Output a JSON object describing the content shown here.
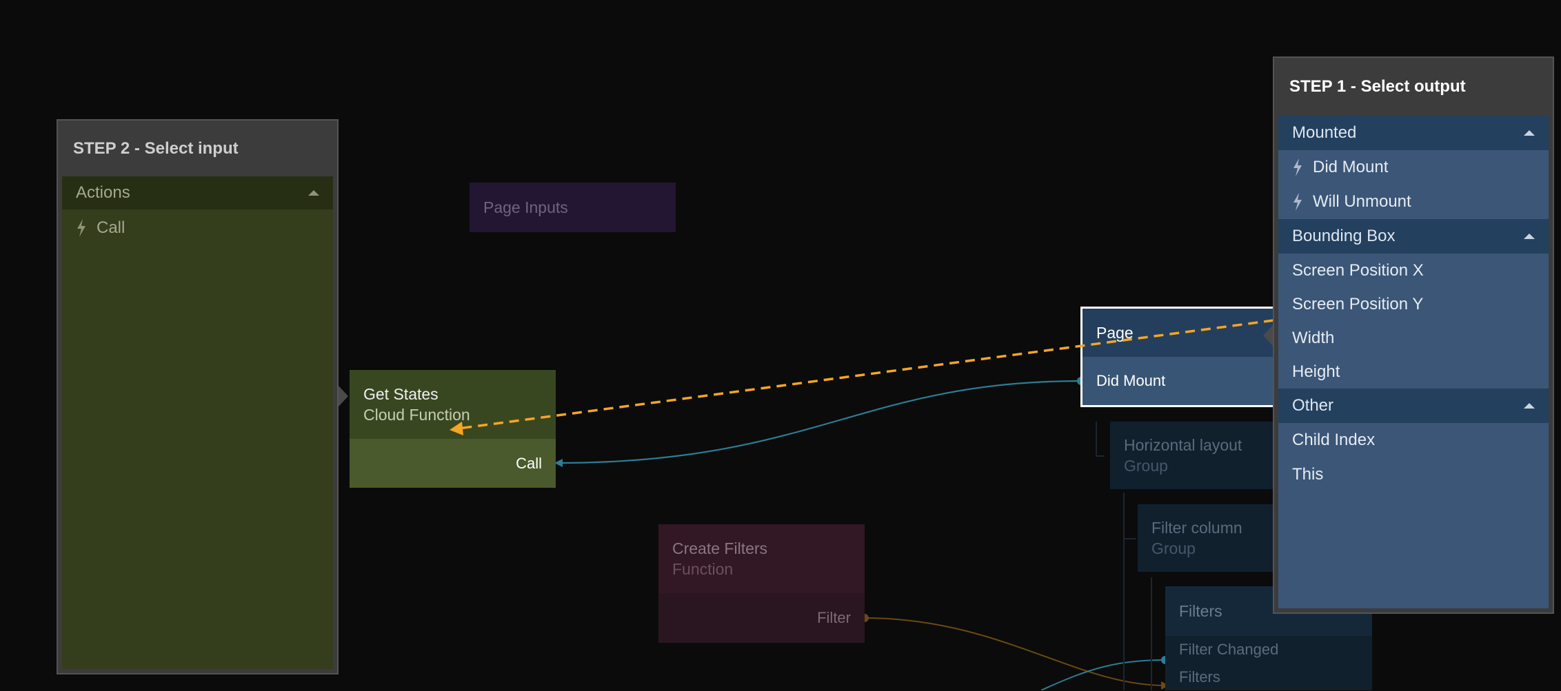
{
  "step2_panel": {
    "title": "STEP 2 - Select input",
    "section": "Actions",
    "items": [
      "Call"
    ]
  },
  "step1_panel": {
    "title": "STEP 1 - Select output",
    "sections": [
      {
        "label": "Mounted",
        "items": [
          "Did Mount",
          "Will Unmount"
        ]
      },
      {
        "label": "Bounding Box",
        "items": [
          "Screen Position X",
          "Screen Position Y",
          "Width",
          "Height"
        ]
      },
      {
        "label": "Other",
        "items": [
          "Child Index",
          "This"
        ]
      }
    ]
  },
  "nodes": {
    "page_inputs": {
      "title": "Page Inputs"
    },
    "get_states": {
      "title": "Get States",
      "subtitle": "Cloud Function",
      "port": "Call"
    },
    "create_filters": {
      "title": "Create Filters",
      "subtitle": "Function",
      "port": "Filter"
    },
    "page": {
      "title": "Page",
      "port": "Did Mount"
    },
    "horizontal_layout": {
      "title": "Horizontal layout",
      "subtitle": "Group"
    },
    "filter_column": {
      "title": "Filter column",
      "subtitle": "Group"
    },
    "filters": {
      "title": "Filters",
      "ports": [
        "Filter Changed",
        "Filters"
      ]
    }
  },
  "colors": {
    "background": "#0b0b0b",
    "connect_dashed": "#f5a623",
    "wire_blue": "#2d7d96",
    "wire_brown": "#6b4a14",
    "panel_header": "#3f3f3f",
    "step1_body": "#3b5677",
    "step1_section": "#23405f",
    "step2_body": "#343d1c",
    "step2_section": "#262f13"
  }
}
